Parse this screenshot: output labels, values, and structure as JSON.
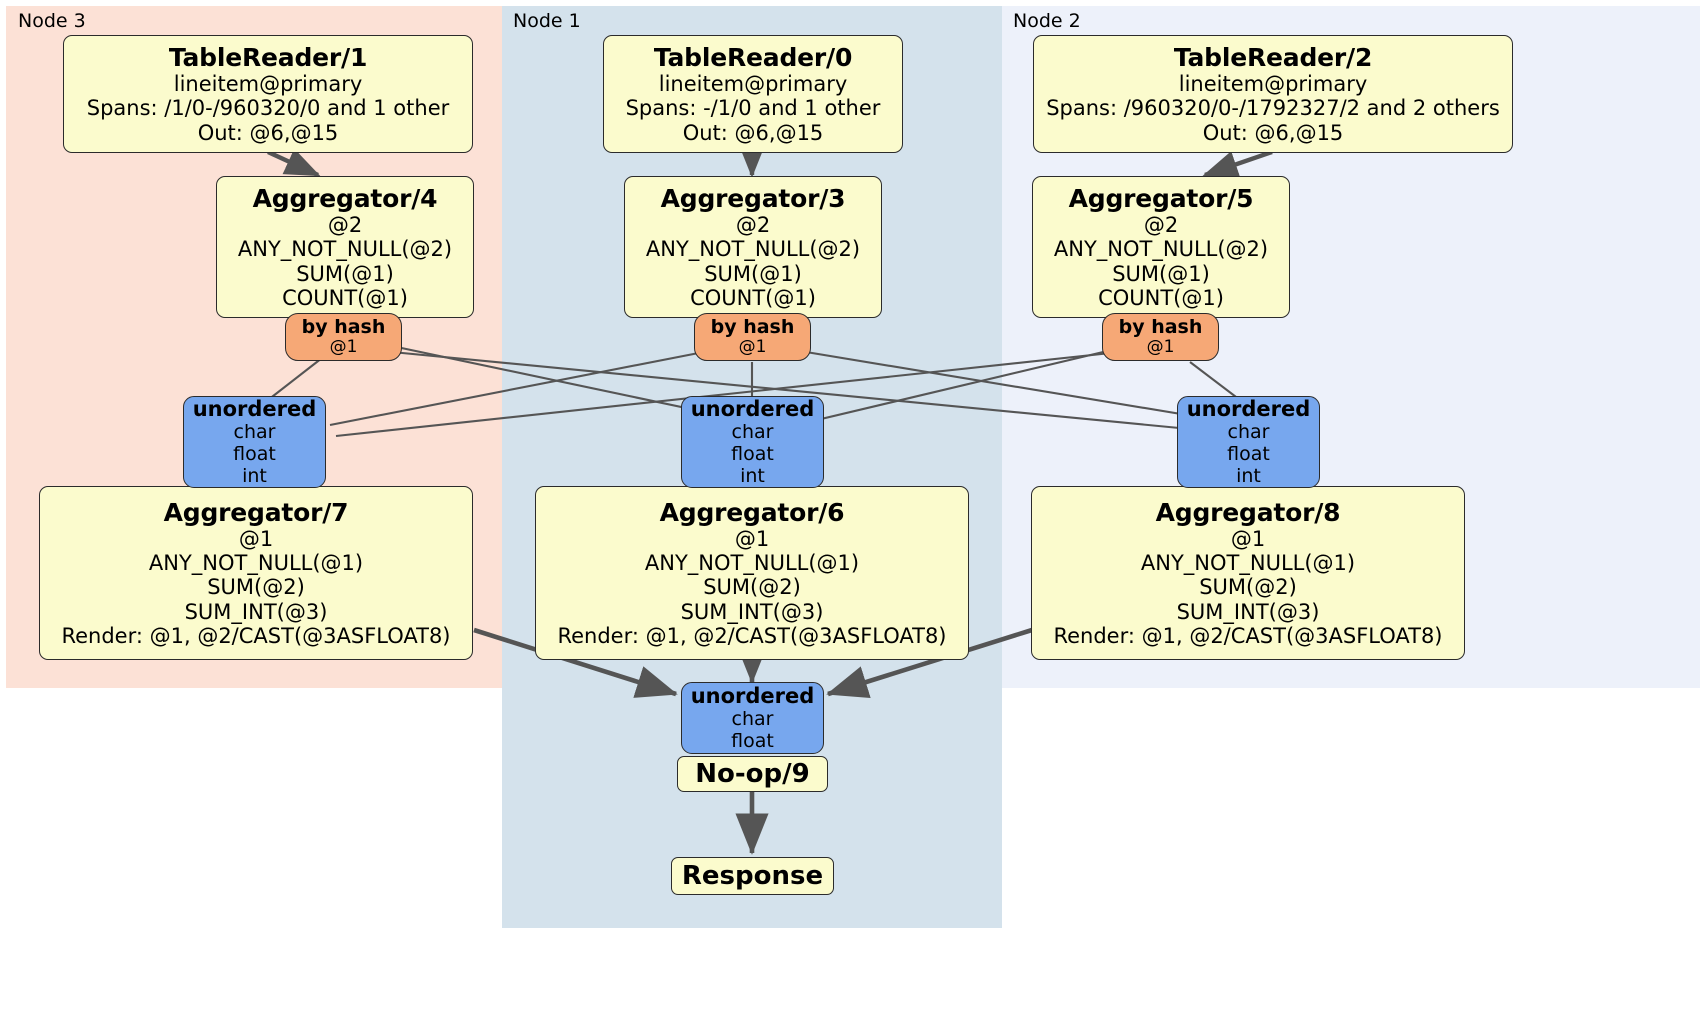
{
  "diagram": {
    "type": "distributed-query-execution-plan",
    "background": "#ffffff",
    "panels": [
      {
        "id": "node3",
        "label": "Node 3",
        "color": "#fce1d6"
      },
      {
        "id": "node1",
        "label": "Node 1",
        "color": "#d4e2ec"
      },
      {
        "id": "node2",
        "label": "Node 2",
        "color": "#edf1fa"
      }
    ],
    "colors": {
      "processor": "#fbfbcd",
      "router": "#f6a876",
      "stream": "#77a7ee",
      "edge": "#555555",
      "border": "#2b2b2b"
    },
    "table_readers": [
      {
        "id": "tr1",
        "title": "TableReader/1",
        "lines": [
          "lineitem@primary",
          "Spans: /1/0-/960320/0 and 1 other",
          "Out: @6,@15"
        ]
      },
      {
        "id": "tr0",
        "title": "TableReader/0",
        "lines": [
          "lineitem@primary",
          "Spans: -/1/0 and 1 other",
          "Out: @6,@15"
        ]
      },
      {
        "id": "tr2",
        "title": "TableReader/2",
        "lines": [
          "lineitem@primary",
          "Spans: /960320/0-/1792327/2 and 2 others",
          "Out: @6,@15"
        ]
      }
    ],
    "aggregators_stage1": [
      {
        "id": "agg4",
        "title": "Aggregator/4",
        "lines": [
          "@2",
          "ANY_NOT_NULL(@2)",
          "SUM(@1)",
          "COUNT(@1)"
        ]
      },
      {
        "id": "agg3",
        "title": "Aggregator/3",
        "lines": [
          "@2",
          "ANY_NOT_NULL(@2)",
          "SUM(@1)",
          "COUNT(@1)"
        ]
      },
      {
        "id": "agg5",
        "title": "Aggregator/5",
        "lines": [
          "@2",
          "ANY_NOT_NULL(@2)",
          "SUM(@1)",
          "COUNT(@1)"
        ]
      }
    ],
    "routers": [
      {
        "id": "hash4",
        "title": "by hash",
        "lines": [
          "@1"
        ]
      },
      {
        "id": "hash3",
        "title": "by hash",
        "lines": [
          "@1"
        ]
      },
      {
        "id": "hash5",
        "title": "by hash",
        "lines": [
          "@1"
        ]
      }
    ],
    "streams_mid": [
      {
        "id": "str7",
        "title": "unordered",
        "lines": [
          "char",
          "float",
          "int"
        ]
      },
      {
        "id": "str6",
        "title": "unordered",
        "lines": [
          "char",
          "float",
          "int"
        ]
      },
      {
        "id": "str8",
        "title": "unordered",
        "lines": [
          "char",
          "float",
          "int"
        ]
      }
    ],
    "aggregators_stage2": [
      {
        "id": "agg7",
        "title": "Aggregator/7",
        "lines": [
          "@1",
          "ANY_NOT_NULL(@1)",
          "SUM(@2)",
          "SUM_INT(@3)",
          "Render: @1, @2/CAST(@3ASFLOAT8)"
        ]
      },
      {
        "id": "agg6",
        "title": "Aggregator/6",
        "lines": [
          "@1",
          "ANY_NOT_NULL(@1)",
          "SUM(@2)",
          "SUM_INT(@3)",
          "Render: @1, @2/CAST(@3ASFLOAT8)"
        ]
      },
      {
        "id": "agg8",
        "title": "Aggregator/8",
        "lines": [
          "@1",
          "ANY_NOT_NULL(@1)",
          "SUM(@2)",
          "SUM_INT(@3)",
          "Render: @1, @2/CAST(@3ASFLOAT8)"
        ]
      }
    ],
    "final_stream": {
      "id": "strFinal",
      "title": "unordered",
      "lines": [
        "char",
        "float"
      ]
    },
    "noop": {
      "id": "noop9",
      "title": "No-op/9"
    },
    "response": {
      "id": "response",
      "title": "Response"
    }
  }
}
